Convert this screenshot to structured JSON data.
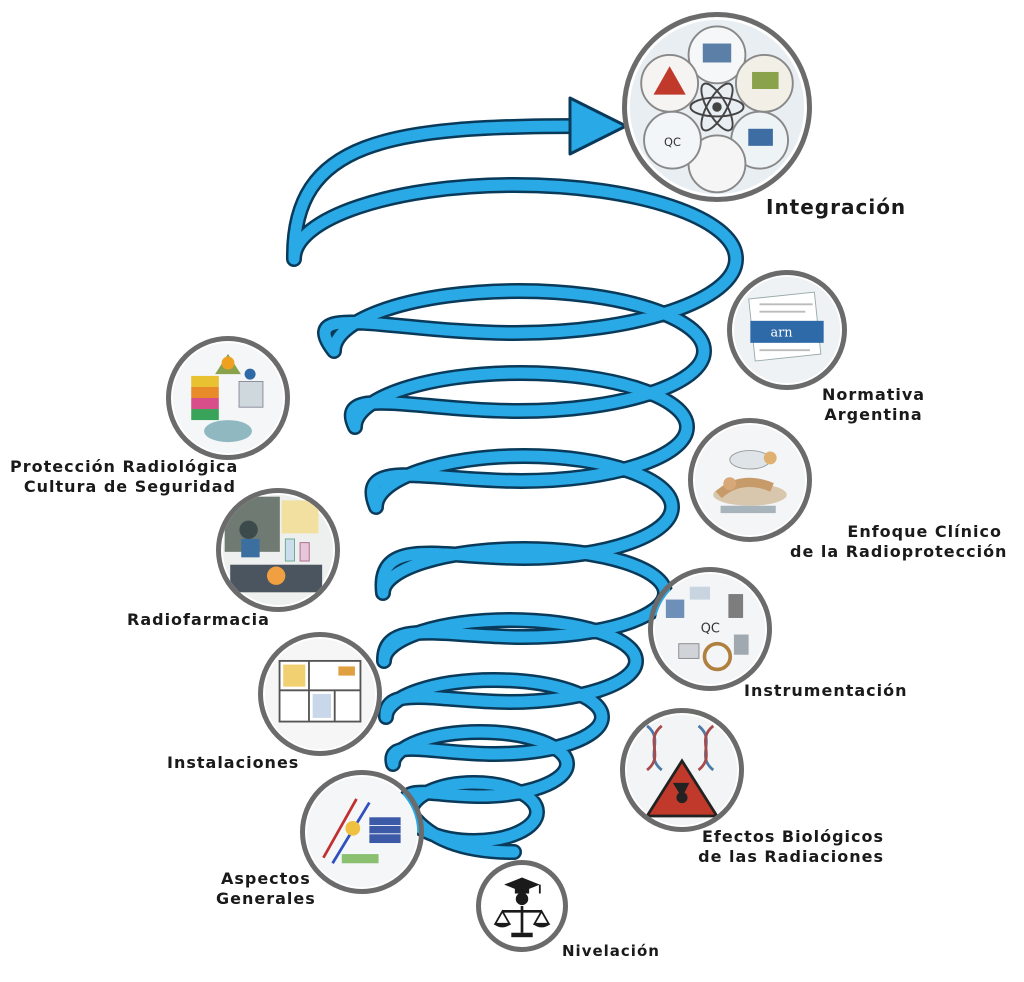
{
  "diagram": {
    "colors": {
      "spiral": "#29a9e6",
      "spiral_outline": "#0a3a5a",
      "ring": "#6b6b6b",
      "text": "#1a1a1a"
    },
    "topics": [
      {
        "id": "integracion",
        "lines": [
          "Integración"
        ],
        "icon": "integration-collage-icon"
      },
      {
        "id": "normativa",
        "lines": [
          "Normativa",
          "Argentina"
        ],
        "icon": "regulation-document-icon"
      },
      {
        "id": "proteccion",
        "lines": [
          "Protección Radiológica",
          "Cultura de Seguridad"
        ],
        "icon": "safety-culture-icon"
      },
      {
        "id": "enfoque",
        "lines": [
          "Enfoque Clínico",
          "de la Radioprotección"
        ],
        "icon": "clinical-patient-icon"
      },
      {
        "id": "radiofarmacia",
        "lines": [
          "Radiofarmacia"
        ],
        "icon": "radiopharmacy-lab-icon"
      },
      {
        "id": "instrumentacion",
        "lines": [
          "Instrumentación"
        ],
        "icon": "qc-instruments-icon"
      },
      {
        "id": "instalaciones",
        "lines": [
          "Instalaciones"
        ],
        "icon": "floor-plan-icon"
      },
      {
        "id": "efectos",
        "lines": [
          "Efectos Biológicos",
          "de las Radiaciones"
        ],
        "icon": "dna-radiation-icon"
      },
      {
        "id": "aspectos",
        "lines": [
          "Aspectos",
          "Generales"
        ],
        "icon": "general-diagram-icon"
      },
      {
        "id": "nivelacion",
        "lines": [
          "Nivelación"
        ],
        "icon": "graduate-scales-icon"
      }
    ]
  }
}
